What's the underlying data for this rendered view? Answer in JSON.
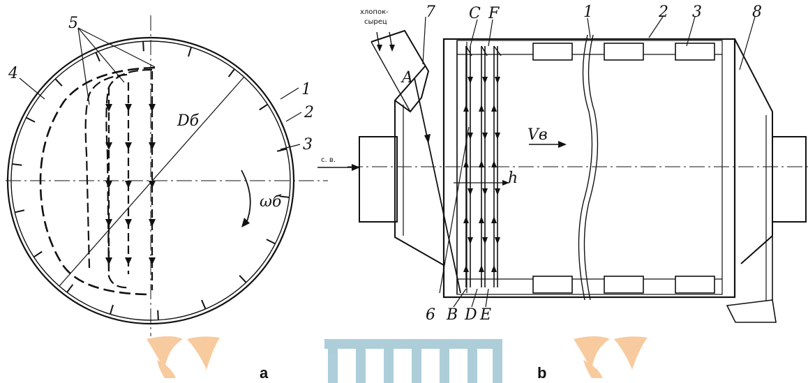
{
  "diagram_a": {
    "labels": {
      "n1": "1",
      "n2": "2",
      "n3": "3",
      "n4": "4",
      "n5": "5",
      "diameter": "Dб",
      "omega": "ωб"
    }
  },
  "diagram_b": {
    "labels": {
      "n1": "1",
      "n2": "2",
      "n3": "3",
      "n6": "6",
      "n7": "7",
      "n8": "8",
      "A": "A",
      "B": "B",
      "C": "C",
      "D": "D",
      "E": "E",
      "F": "F",
      "h": "h",
      "velocity": "Vв",
      "air_inlet": "с. в.",
      "cotton_line1": "хлопок-",
      "cotton_line2": "сырец"
    }
  },
  "captions": {
    "a": "a",
    "b": "b"
  },
  "colors": {
    "watermark_orange": "#f6c28e",
    "watermark_teal": "#9fc6d3",
    "ink": "#111111"
  }
}
